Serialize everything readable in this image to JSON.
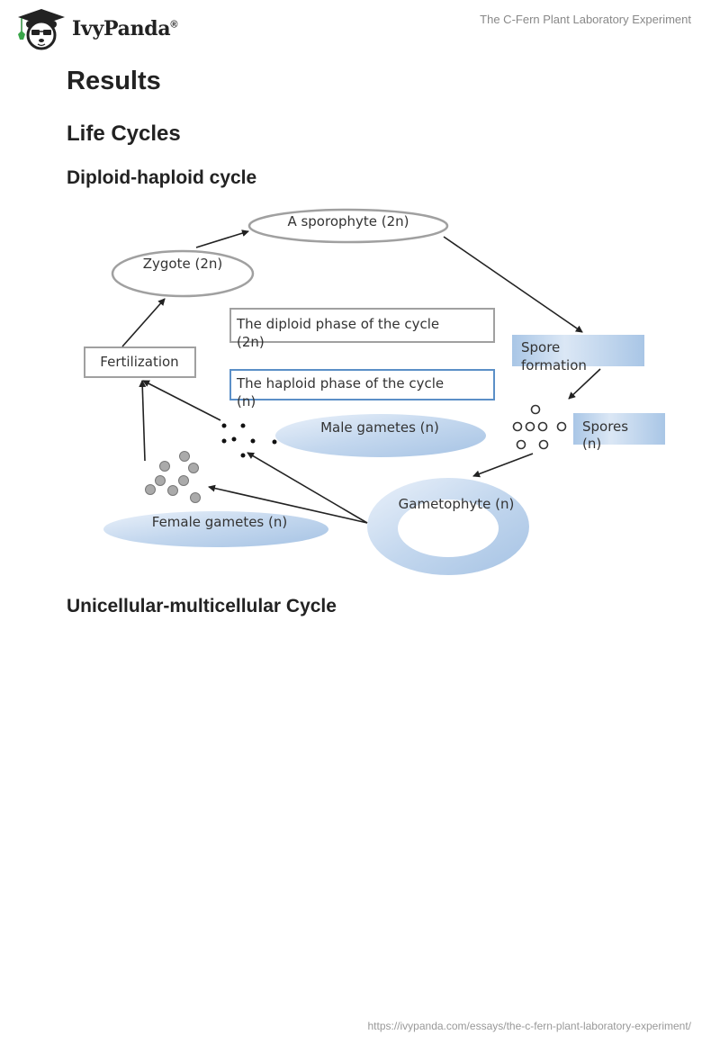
{
  "header": {
    "logo_text": "IvyPanda",
    "logo_mark": "®",
    "doc_title": "The C-Fern Plant Laboratory Experiment"
  },
  "headings": {
    "results": "Results",
    "life_cycles": "Life Cycles",
    "diploid_haploid": "Diploid-haploid cycle",
    "unicellular_multicellular": "Unicellular-multicellular Cycle"
  },
  "diagram": {
    "title": "Diploid-haploid life cycle diagram",
    "nodes": {
      "sporophyte": "A sporophyte (2n)",
      "zygote": "Zygote (2n)",
      "fertilization": "Fertilization",
      "diploid_legend_line1": "The diploid phase of the cycle",
      "diploid_legend_line2": "(2n)",
      "haploid_legend_line1": "The haploid phase of the cycle",
      "haploid_legend_line2": "(n)",
      "spore_formation_line1": "Spore",
      "spore_formation_line2": "formation",
      "spores_line1": "Spores",
      "spores_line2": "(n)",
      "male_gametes": "Male gametes (n)",
      "female_gametes": "Female gametes (n)",
      "gametophyte": "Gametophyte (n)"
    },
    "colors": {
      "diploid_border": "#a0a0a0",
      "haploid_border": "#5b8fc7",
      "haploid_fill_light": "#e6eef8",
      "haploid_fill_dark": "#a9c6e6",
      "arrow": "#222222"
    }
  },
  "footer": {
    "url": "https://ivypanda.com/essays/the-c-fern-plant-laboratory-experiment/"
  }
}
